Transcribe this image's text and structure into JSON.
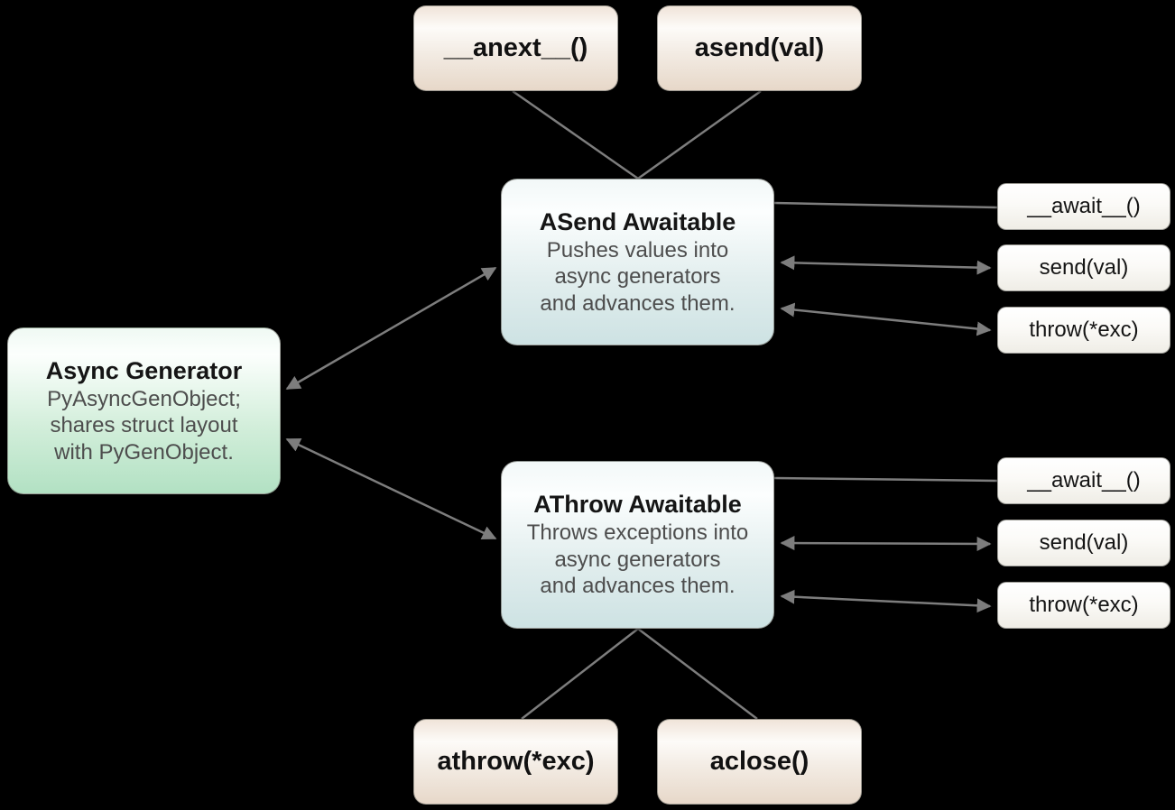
{
  "diagram": {
    "background": "#000000",
    "nodes": {
      "anext_call": {
        "label": "__anext__()"
      },
      "asend_call": {
        "label": "asend(val)"
      },
      "athrow_call": {
        "label": "athrow(*exc)"
      },
      "aclose_call": {
        "label": "aclose()"
      },
      "async_generator": {
        "title": "Async Generator",
        "body": "PyAsyncGenObject;\nshares struct layout\nwith PyGenObject."
      },
      "asend_awaitable": {
        "title": "ASend Awaitable",
        "body": "Pushes values into\nasync generators\nand advances them.",
        "methods": [
          "__await__()",
          "send(val)",
          "throw(*exc)"
        ]
      },
      "athrow_awaitable": {
        "title": "AThrow Awaitable",
        "body": "Throws exceptions into\nasync generators\nand advances them.",
        "methods": [
          "__await__()",
          "send(val)",
          "throw(*exc)"
        ]
      }
    },
    "colors": {
      "background": "#000000",
      "call_box_fill": "#e7d8c9",
      "asend_awaitable_fill": "#cde2e3",
      "athrow_awaitable_fill": "#cde2e3",
      "async_generator_fill": "#b2e1c3",
      "method_box_fill": "#efede6",
      "edge_line": "#7d7d7d",
      "title_text": "#151515",
      "body_text": "#4d4d4d"
    }
  }
}
